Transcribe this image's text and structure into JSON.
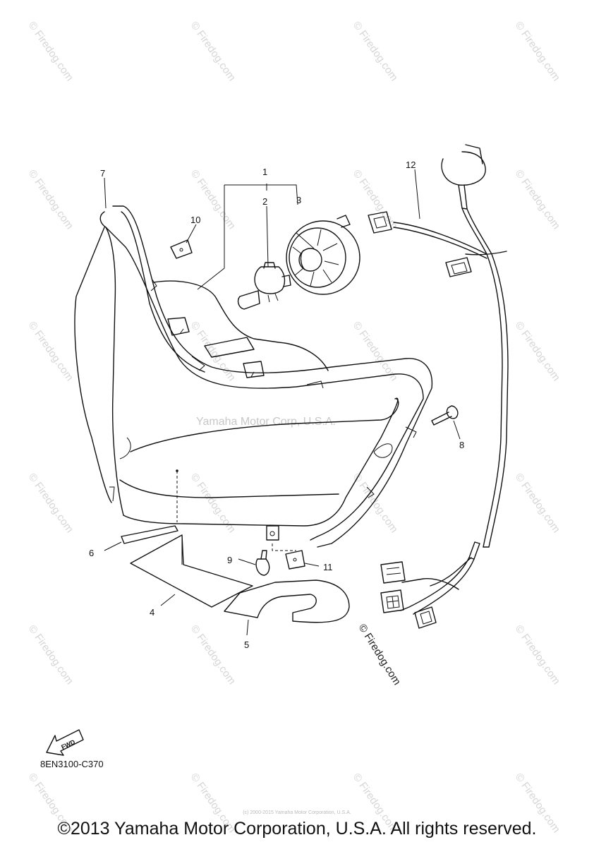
{
  "diagram": {
    "part_labels": [
      "1",
      "2",
      "3",
      "4",
      "5",
      "6",
      "7",
      "8",
      "9",
      "10",
      "11",
      "12"
    ],
    "watermark_text": "© Firedog.com",
    "center_watermark": "Yamaha Motor Corp, U.S.A.",
    "firedog_mark": "© Firedog.com",
    "fwd_label": "FWD",
    "diagram_code": "8EN3100-C370",
    "tiny_copyright": "(c) 2000-2015 Yamaha Motor Corporation, U.S.A.",
    "copyright": "©2013 Yamaha Motor Corporation, U.S.A. All rights reserved."
  }
}
